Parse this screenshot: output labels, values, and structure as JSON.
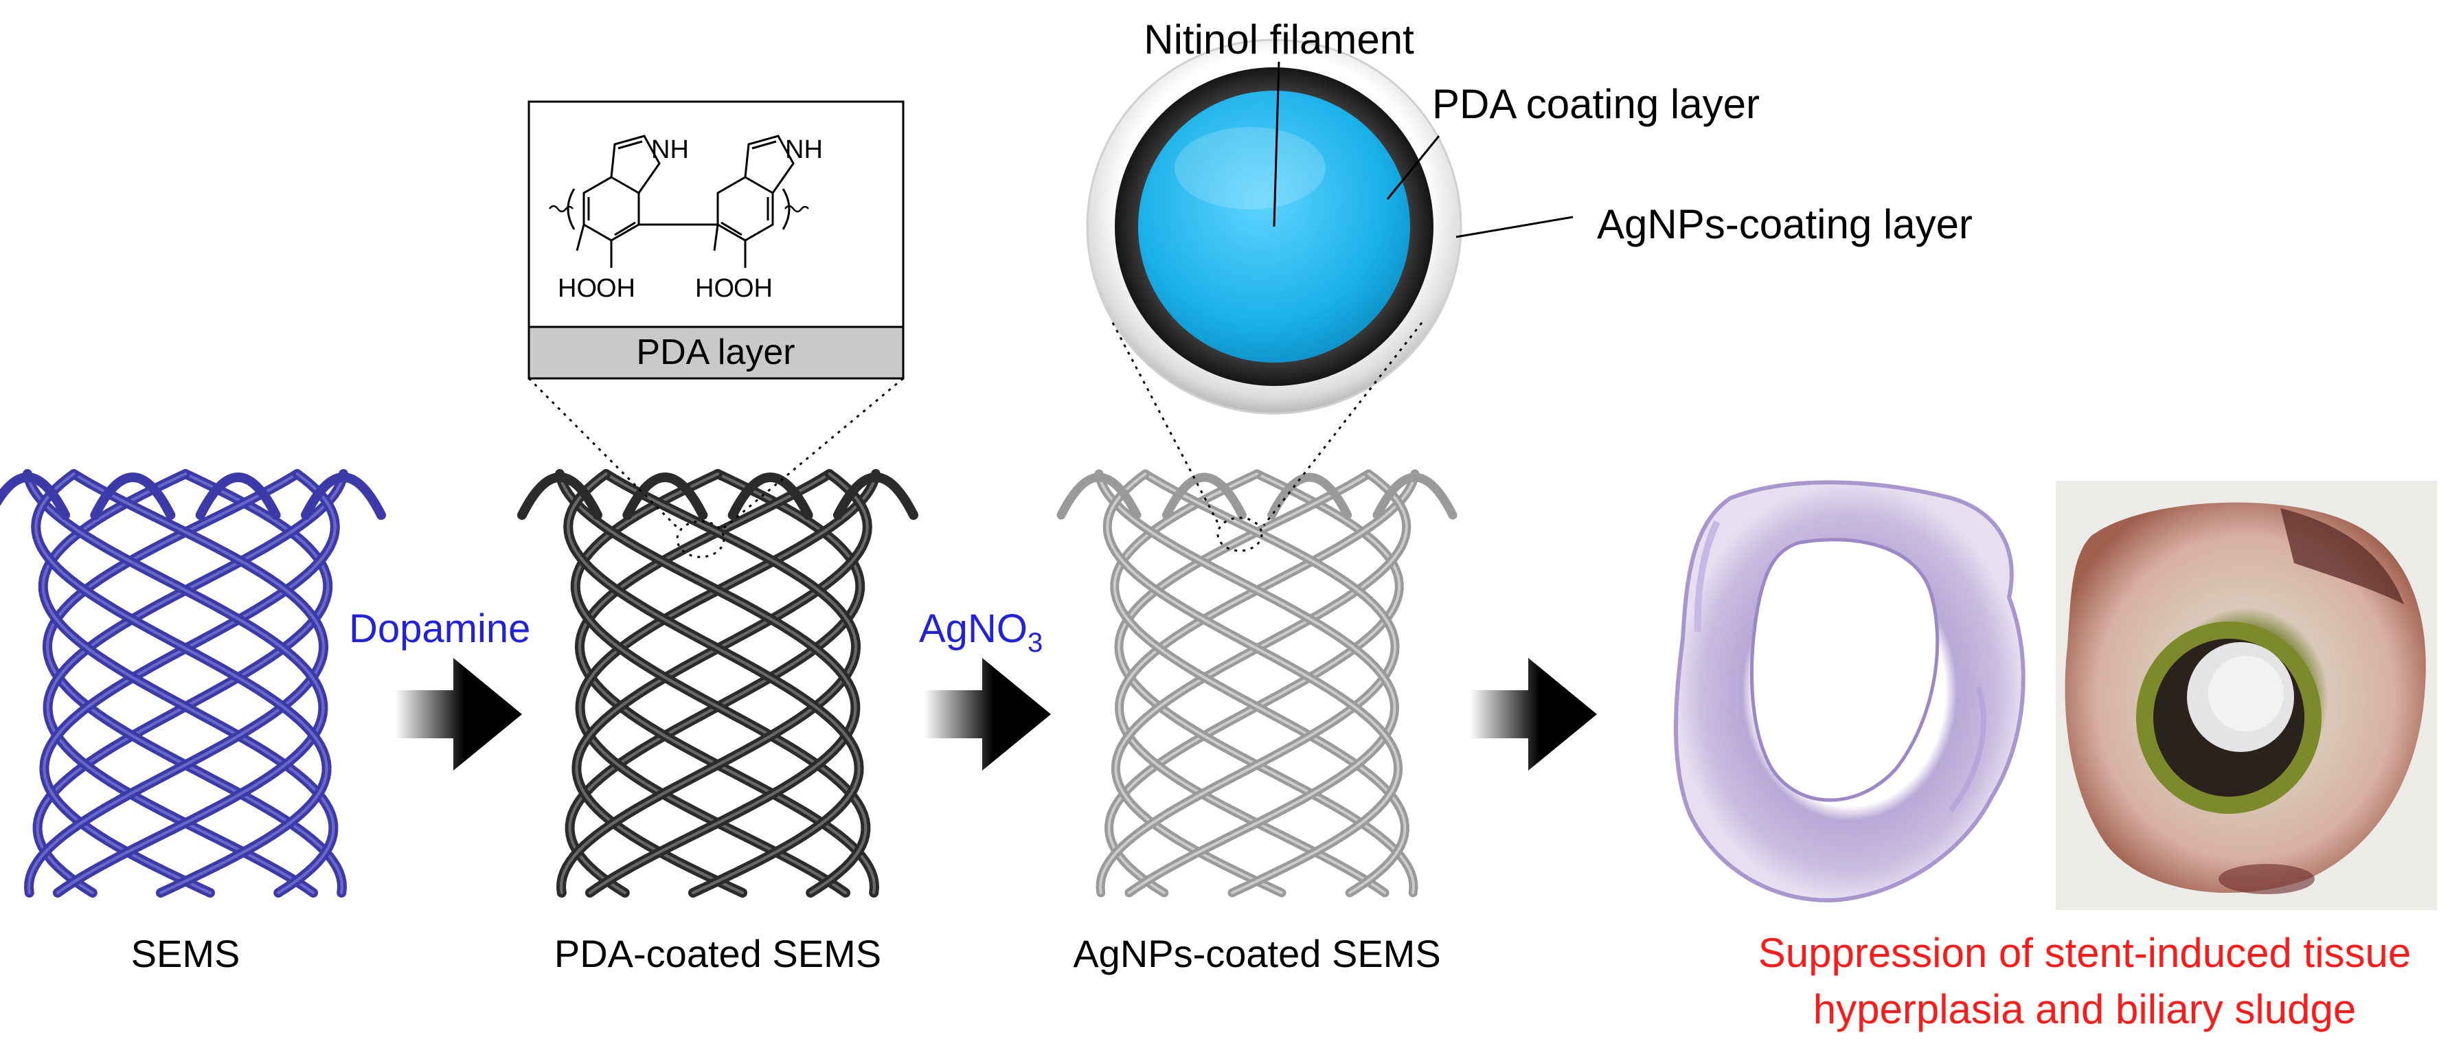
{
  "reagents": {
    "dopamine": "Dopamine",
    "agno3_main": "AgNO",
    "agno3_sub": "3"
  },
  "stent_labels": {
    "sems": "SEMS",
    "pda_sems": "PDA-coated SEMS",
    "agnps_sems": "AgNPs-coated SEMS"
  },
  "structure": {
    "nh_1": "NH",
    "nh_2": "NH",
    "ho_1": "HO",
    "oh_1": "OH",
    "ho_2": "HO",
    "oh_2": "OH",
    "layer_label": "PDA layer"
  },
  "cross_section": {
    "filament": "Nitinol filament",
    "pda_layer": "PDA coating layer",
    "agnps_layer": "AgNPs-coating layer"
  },
  "outcome": {
    "line1": "Suppression of stent-induced tissue",
    "line2": "hyperplasia and biliary sludge"
  },
  "colors": {
    "sems_blue": "#3b3aa8",
    "pda_dark": "#2b2b2b",
    "agnps_silver": "#9a9a9a",
    "filament_cyan": "#1ab0e8",
    "reagent_text": "#2222dd",
    "outcome_text": "#ff1a1a"
  }
}
